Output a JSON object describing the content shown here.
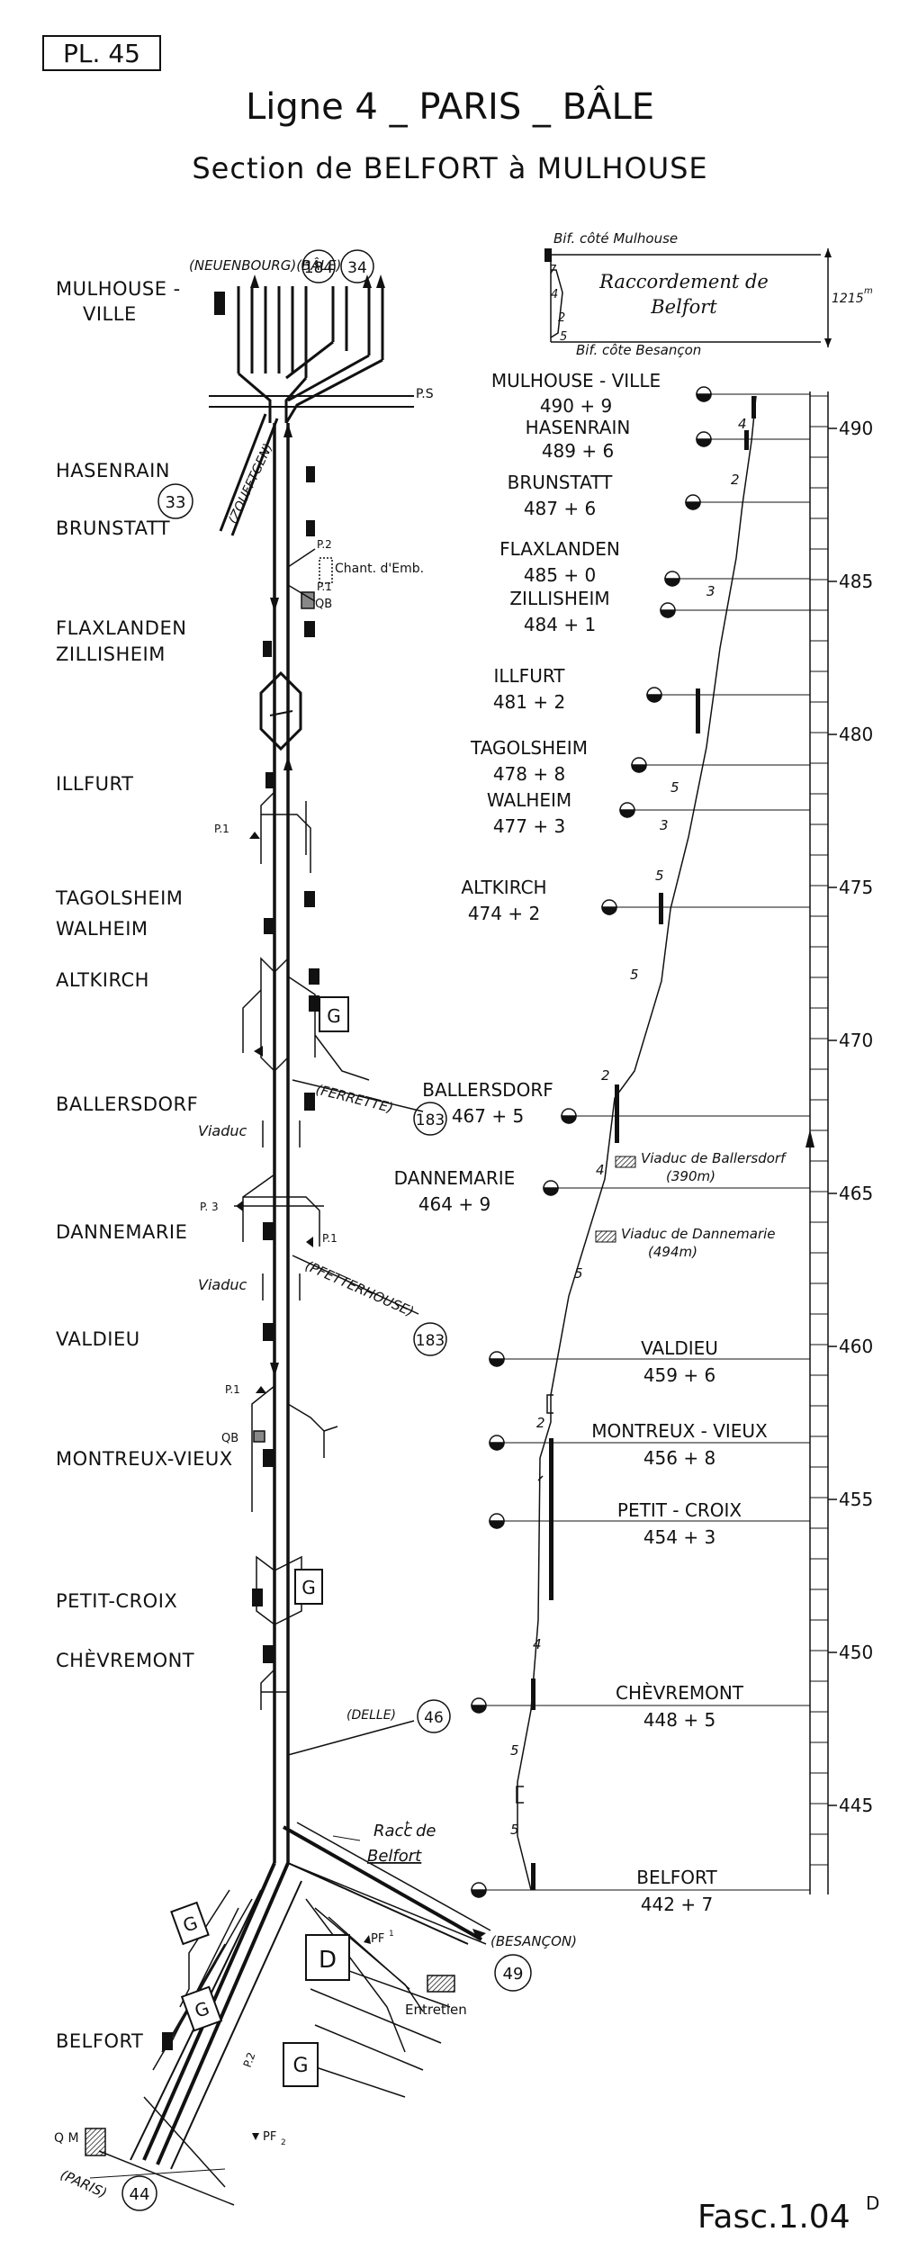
{
  "header": {
    "plate": "PL. 45",
    "title": "Ligne 4 _ PARIS _ BÂLE",
    "subtitle": "Section de BELFORT à MULHOUSE",
    "footer": "Fasc.1.04",
    "footer_sup": "D"
  },
  "stations": [
    {
      "name": "MULHOUSE -",
      "name2": "VILLE"
    },
    {
      "name": "HASENRAIN"
    },
    {
      "name": "BRUNSTATT"
    },
    {
      "name": "FLAXLANDEN"
    },
    {
      "name": "ZILLISHEIM"
    },
    {
      "name": "ILLFURT"
    },
    {
      "name": "TAGOLSHEIM"
    },
    {
      "name": "WALHEIM"
    },
    {
      "name": "ALTKIRCH"
    },
    {
      "name": "BALLERSDORF"
    },
    {
      "name": "DANNEMARIE"
    },
    {
      "name": "VALDIEU"
    },
    {
      "name": "MONTREUX-VIEUX"
    },
    {
      "name": "PETIT-CROIX"
    },
    {
      "name": "CHÈVREMONT"
    },
    {
      "name": "BELFORT"
    }
  ],
  "connections": [
    {
      "label": "(NEUENBOURG)(BÂLE)",
      "num1": "184",
      "num2": "34"
    },
    {
      "label": "(ZOUFFTGEN)",
      "num": "33"
    },
    {
      "label": "(FERRETTE)",
      "num": "183"
    },
    {
      "label": "(PFETTERHOUSE)",
      "num": "183"
    },
    {
      "label": "(DELLE)",
      "num": "46"
    },
    {
      "label": "(BESANÇON)",
      "num": "49"
    },
    {
      "label": "(PARIS)",
      "num": "44"
    }
  ],
  "track_labels": {
    "ps": "P.S",
    "p2": "P.2",
    "chant": "Chant. d'Emb.",
    "p1a": "P.1",
    "qb1": "QB",
    "p1b": "P.1",
    "g1": "G",
    "viaduc1": "Viaduc",
    "p3": "P. 3",
    "p1c": "P.1",
    "viaduc2": "Viaduc",
    "p1d": "P.1",
    "qb2": "QB",
    "g2": "G",
    "racc1": "Racc",
    "racc_sup": "t",
    "racc2": "de",
    "racc3": "Belfort",
    "g3": "G",
    "d": "D",
    "pf1": "PF",
    "pf1_sup": "1",
    "g4": "G",
    "p2b": "P.2",
    "g5": "G",
    "entretien": "Entretien",
    "qm": "Q M",
    "pf2": "PF",
    "pf2_sup": "2"
  },
  "raccordement": {
    "top": "Bif. côté Mulhouse",
    "title1": "Raccordement de",
    "title2": "Belfort",
    "bottom": "Bif. côte Besançon",
    "length": "1215",
    "length_unit": "m",
    "grades": [
      "7",
      "4",
      "2",
      "5"
    ]
  },
  "profile": {
    "points": [
      {
        "name": "MULHOUSE - VILLE",
        "pk": "490 + 9"
      },
      {
        "name": "HASENRAIN",
        "pk": "489 + 6"
      },
      {
        "name": "BRUNSTATT",
        "pk": "487 + 6"
      },
      {
        "name": "FLAXLANDEN",
        "pk": "485 + 0"
      },
      {
        "name": "ZILLISHEIM",
        "pk": "484 + 1"
      },
      {
        "name": "ILLFURT",
        "pk": "481 + 2"
      },
      {
        "name": "TAGOLSHEIM",
        "pk": "478 + 8"
      },
      {
        "name": "WALHEIM",
        "pk": "477 + 3"
      },
      {
        "name": "ALTKIRCH",
        "pk": "474 + 2"
      },
      {
        "name": "BALLERSDORF",
        "pk": "467 + 5"
      },
      {
        "name": "DANNEMARIE",
        "pk": "464 + 9"
      },
      {
        "name": "VALDIEU",
        "pk": "459 + 6"
      },
      {
        "name": "MONTREUX - VIEUX",
        "pk": "456 + 8"
      },
      {
        "name": "PETIT - CROIX",
        "pk": "454 + 3"
      },
      {
        "name": "CHÈVREMONT",
        "pk": "448 + 5"
      },
      {
        "name": "BELFORT",
        "pk": "442 + 7"
      }
    ],
    "viaducts": [
      {
        "name": "Viaduc de Ballersdorf",
        "len": "(390m)"
      },
      {
        "name": "Viaduc de Dannemarie",
        "len": "(494m)"
      }
    ],
    "grades": [
      "4",
      "2",
      "3",
      "5",
      "3",
      "5",
      "5",
      "2",
      "4",
      "5",
      "2",
      "4",
      "5",
      "5"
    ],
    "scale_km": [
      "490",
      "485",
      "480",
      "475",
      "470",
      "465",
      "460",
      "455",
      "450",
      "445"
    ]
  }
}
